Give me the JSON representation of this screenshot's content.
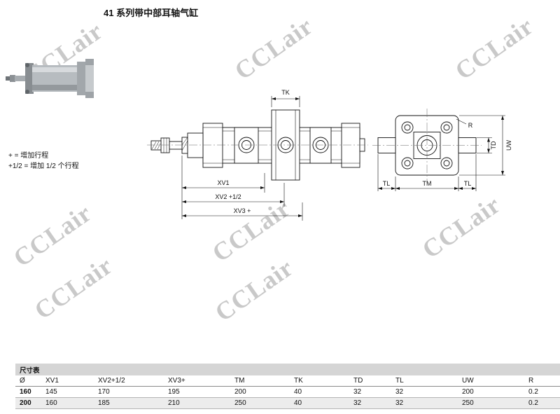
{
  "page": {
    "title": "41 系列带中部耳轴气缸",
    "watermark": "CCLair",
    "notes": [
      "+ = 增加行程",
      "+1/2 = 增加 1/2 个行程"
    ]
  },
  "drawing": {
    "tk": "TK",
    "xv1": "XV1",
    "xv2": "XV2  +1/2",
    "xv3": "XV3  +",
    "r": "R",
    "td": "TD",
    "uw": "UW",
    "tl_left": "TL",
    "tm": "TM",
    "tl_right": "TL"
  },
  "table": {
    "title": "尺寸表",
    "columns": [
      "Ø",
      "XV1",
      "XV2+1/2",
      "XV3+",
      "TM",
      "TK",
      "TD",
      "TL",
      "UW",
      "R"
    ],
    "rows": [
      {
        "bore": "160",
        "values": [
          "145",
          "170",
          "195",
          "200",
          "40",
          "32",
          "32",
          "200",
          "0.2"
        ]
      },
      {
        "bore": "200",
        "values": [
          "160",
          "185",
          "210",
          "250",
          "40",
          "32",
          "32",
          "250",
          "0.2"
        ]
      }
    ]
  }
}
